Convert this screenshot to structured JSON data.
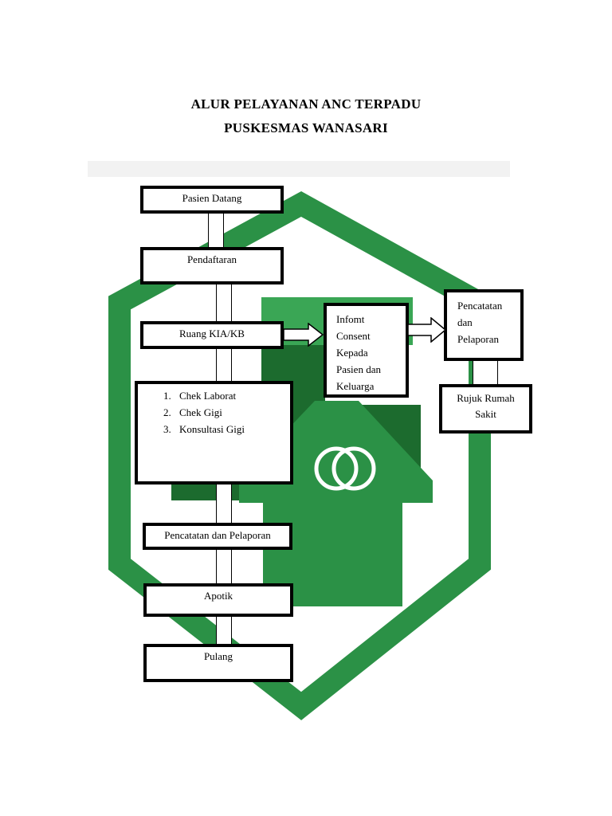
{
  "title": {
    "line1": "ALUR PELAYANAN ANC TERPADU",
    "line2": "PUSKESMAS WANASARI"
  },
  "colors": {
    "logo_dark_green": "#1c6b2e",
    "logo_green": "#2b9146",
    "logo_light_green": "#3aa655",
    "logo_white": "#ffffff",
    "border": "#000000"
  },
  "logo_icon": "puskesmas-hexagon-logo",
  "flow": {
    "pasien_datang": "Pasien Datang",
    "pendaftaran": "Pendaftaran",
    "ruang_kia": "Ruang KIA/KB",
    "checks": [
      {
        "num": "1.",
        "label": "Chek Laborat"
      },
      {
        "num": "2.",
        "label": "Chek Gigi"
      },
      {
        "num": "3.",
        "label": "Konsultasi Gigi"
      }
    ],
    "pencatatan_main": "Pencatatan dan Pelaporan",
    "apotik": "Apotik",
    "pulang": "Pulang"
  },
  "branch": {
    "informed_consent": [
      "Infomt",
      "Consent",
      "Kepada",
      "Pasien dan",
      "Keluarga"
    ],
    "pencatatan_side": [
      "Pencatatan",
      "dan",
      "Pelaporan"
    ],
    "rujuk": [
      "Rujuk Rumah",
      "Sakit"
    ]
  }
}
